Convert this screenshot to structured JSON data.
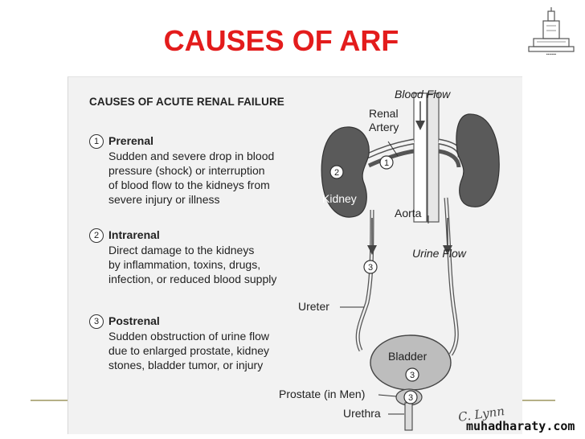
{
  "slide": {
    "title": "CAUSES OF ARF"
  },
  "figure": {
    "title": "CAUSES OF ACUTE RENAL FAILURE",
    "causes": [
      {
        "number": "1",
        "heading": "Prerenal",
        "description": "Sudden and severe drop in blood\npressure (shock) or interruption\nof blood flow to the kidneys from\nsevere injury or illness"
      },
      {
        "number": "2",
        "heading": "Intrarenal",
        "description": "Direct damage to the kidneys\nby inflammation, toxins, drugs,\ninfection, or reduced blood supply"
      },
      {
        "number": "3",
        "heading": "Postrenal",
        "description": "Sudden obstruction of urine flow\ndue to enlarged prostate, kidney\nstones, bladder tumor, or injury"
      }
    ],
    "labels": {
      "blood_flow": "Blood Flow",
      "renal_artery_1": "Renal",
      "renal_artery_2": "Artery",
      "kidney": "Kidney",
      "aorta": "Aorta",
      "urine_flow": "Urine Flow",
      "ureter": "Ureter",
      "bladder": "Bladder",
      "prostate": "Prostate (in Men)",
      "urethra": "Urethra"
    },
    "markers": {
      "m1": "1",
      "m2": "2",
      "m3": "3"
    },
    "signature": "C. Lynn"
  },
  "watermark": "muhadharaty.com",
  "colors": {
    "title": "#e31c1c",
    "kidney": "#5a5a5a",
    "footer_line": "#b5b087"
  }
}
